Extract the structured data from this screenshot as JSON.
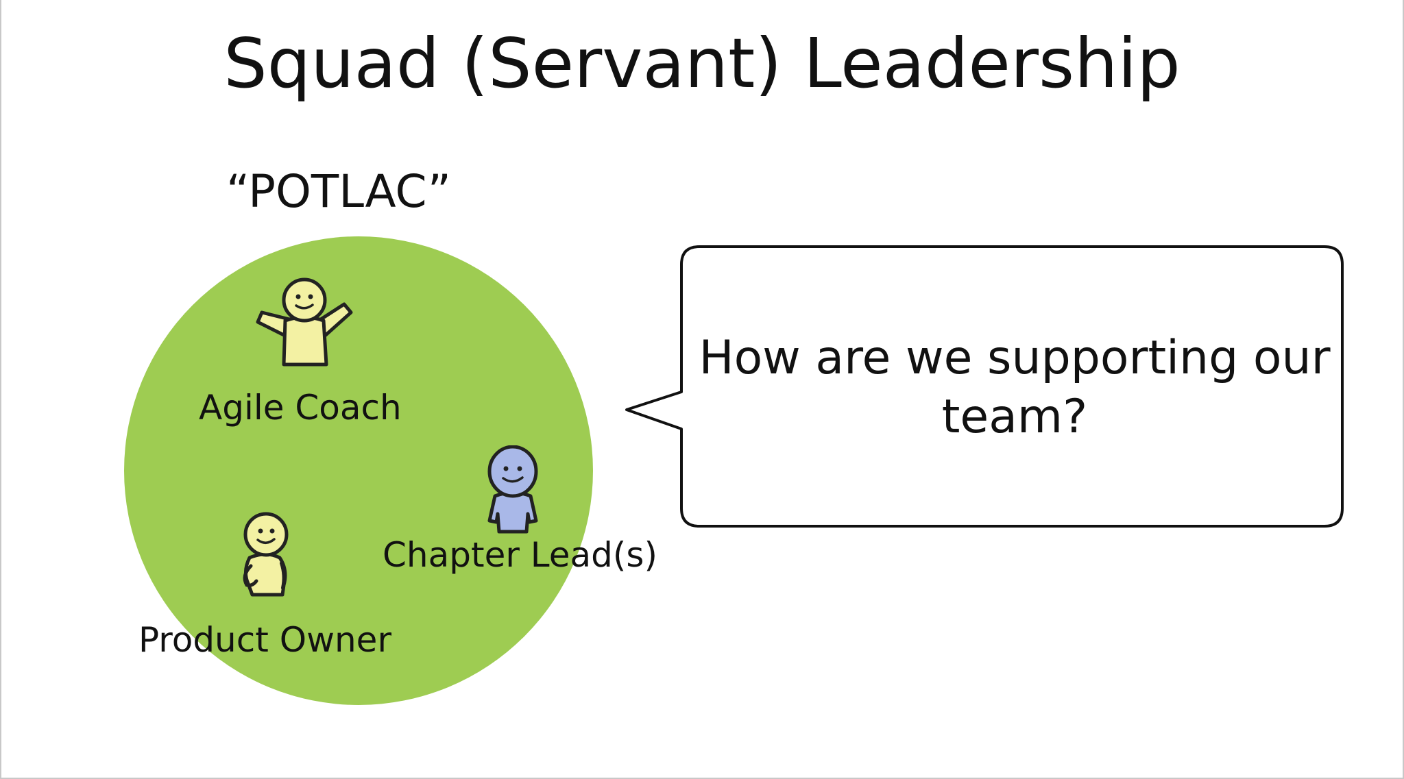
{
  "slide": {
    "title": "Squad (Servant) Leadership",
    "subtitle": "“POTLAC”"
  },
  "squad": {
    "circle_color": "#9ecc52",
    "roles": [
      {
        "label": "Agile Coach",
        "figure": "yellow-person-arms-open-icon",
        "figure_color": "#f3f1a3"
      },
      {
        "label": "Chapter Lead(s)",
        "figure": "blue-person-icon",
        "figure_color": "#a9b8e8"
      },
      {
        "label": "Product Owner",
        "figure": "yellow-person-hand-on-hip-icon",
        "figure_color": "#f3f1a3"
      }
    ]
  },
  "callout": {
    "text": "How are we supporting our team?",
    "border_color": "#111111"
  }
}
